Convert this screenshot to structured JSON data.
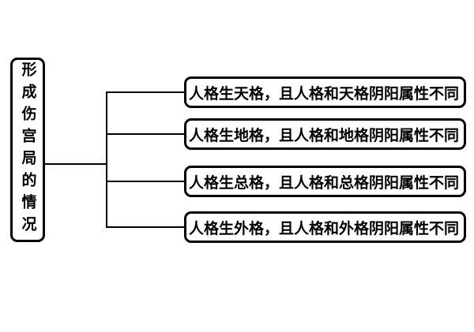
{
  "diagram": {
    "root": {
      "label": "形成伤宫局的情况"
    },
    "branches": [
      {
        "label": "人格生天格，且人格和天格阴阳属性不同"
      },
      {
        "label": "人格生地格，且人格和地格阴阳属性不同"
      },
      {
        "label": "人格生总格，且人格和总格阴阳属性不同"
      },
      {
        "label": "人格生外格，且人格和外格阴阳属性不同"
      }
    ],
    "colors": {
      "background": "#ffffff",
      "box_border": "#000000",
      "line": "#000000",
      "text": "#000000"
    }
  }
}
